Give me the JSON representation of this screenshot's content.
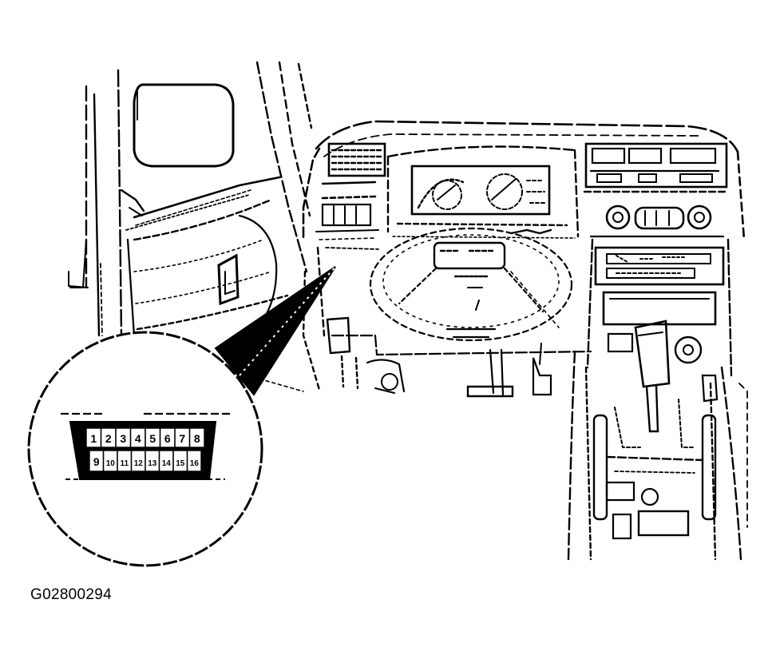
{
  "figure_id": "G02800294",
  "connector": {
    "top_row": [
      "1",
      "2",
      "3",
      "4",
      "5",
      "6",
      "7",
      "8"
    ],
    "bottom_row": [
      "9",
      "10",
      "11",
      "12",
      "13",
      "14",
      "15",
      "16"
    ]
  },
  "colors": {
    "line": "#000000",
    "background": "#ffffff"
  }
}
